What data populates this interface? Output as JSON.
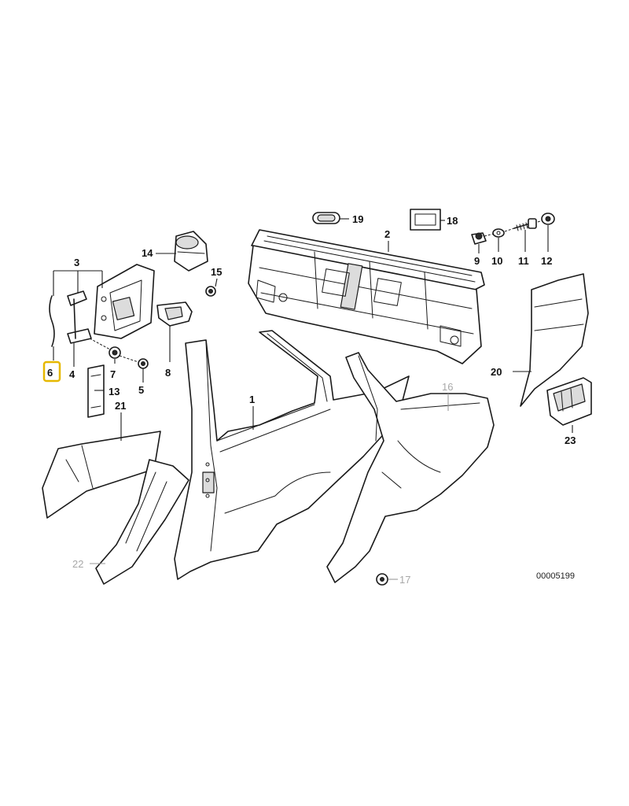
{
  "diagram": {
    "reference_number": "00005199",
    "highlight_color": "#e6b800",
    "highlighted_callout": "6",
    "callouts": {
      "c1": "1",
      "c2": "2",
      "c3": "3",
      "c4": "4",
      "c5": "5",
      "c6": "6",
      "c7": "7",
      "c8": "8",
      "c9": "9",
      "c10": "10",
      "c11": "11",
      "c12": "12",
      "c13": "13",
      "c14": "14",
      "c15": "15",
      "c16": "16",
      "c17": "17",
      "c18": "18",
      "c19": "19",
      "c20": "20",
      "c21": "21",
      "c22": "22",
      "c23": "23"
    }
  }
}
